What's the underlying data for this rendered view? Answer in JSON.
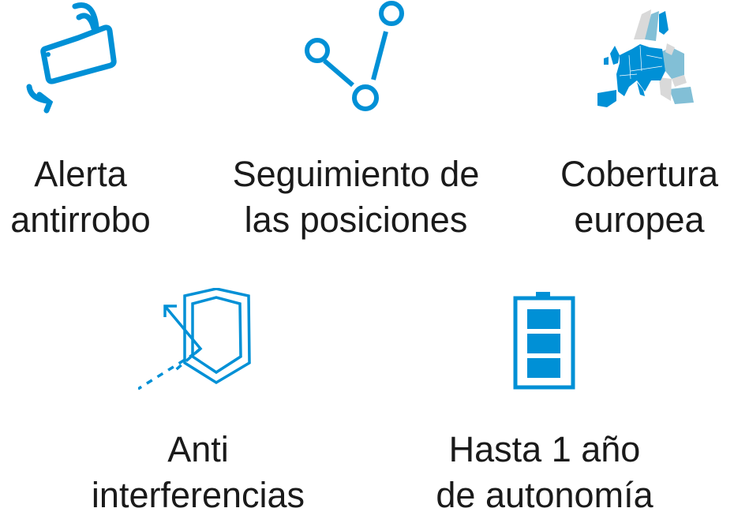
{
  "colors": {
    "accent": "#0090d6",
    "accent_light": "#82bfd6",
    "grey": "#d9d9d9",
    "text": "#1a1a1a"
  },
  "features": [
    {
      "icon": "phone-tilt-signal-icon",
      "line1": "Alerta",
      "line2": "antirrobo"
    },
    {
      "icon": "route-points-icon",
      "line1": "Seguimiento de",
      "line2": "las posiciones"
    },
    {
      "icon": "europe-map-icon",
      "line1": "Cobertura",
      "line2": "europea"
    },
    {
      "icon": "shield-deflect-icon",
      "line1": "Anti",
      "line2": "interferencias"
    },
    {
      "icon": "battery-full-icon",
      "line1": "Hasta 1 año",
      "line2": "de autonomía"
    }
  ]
}
